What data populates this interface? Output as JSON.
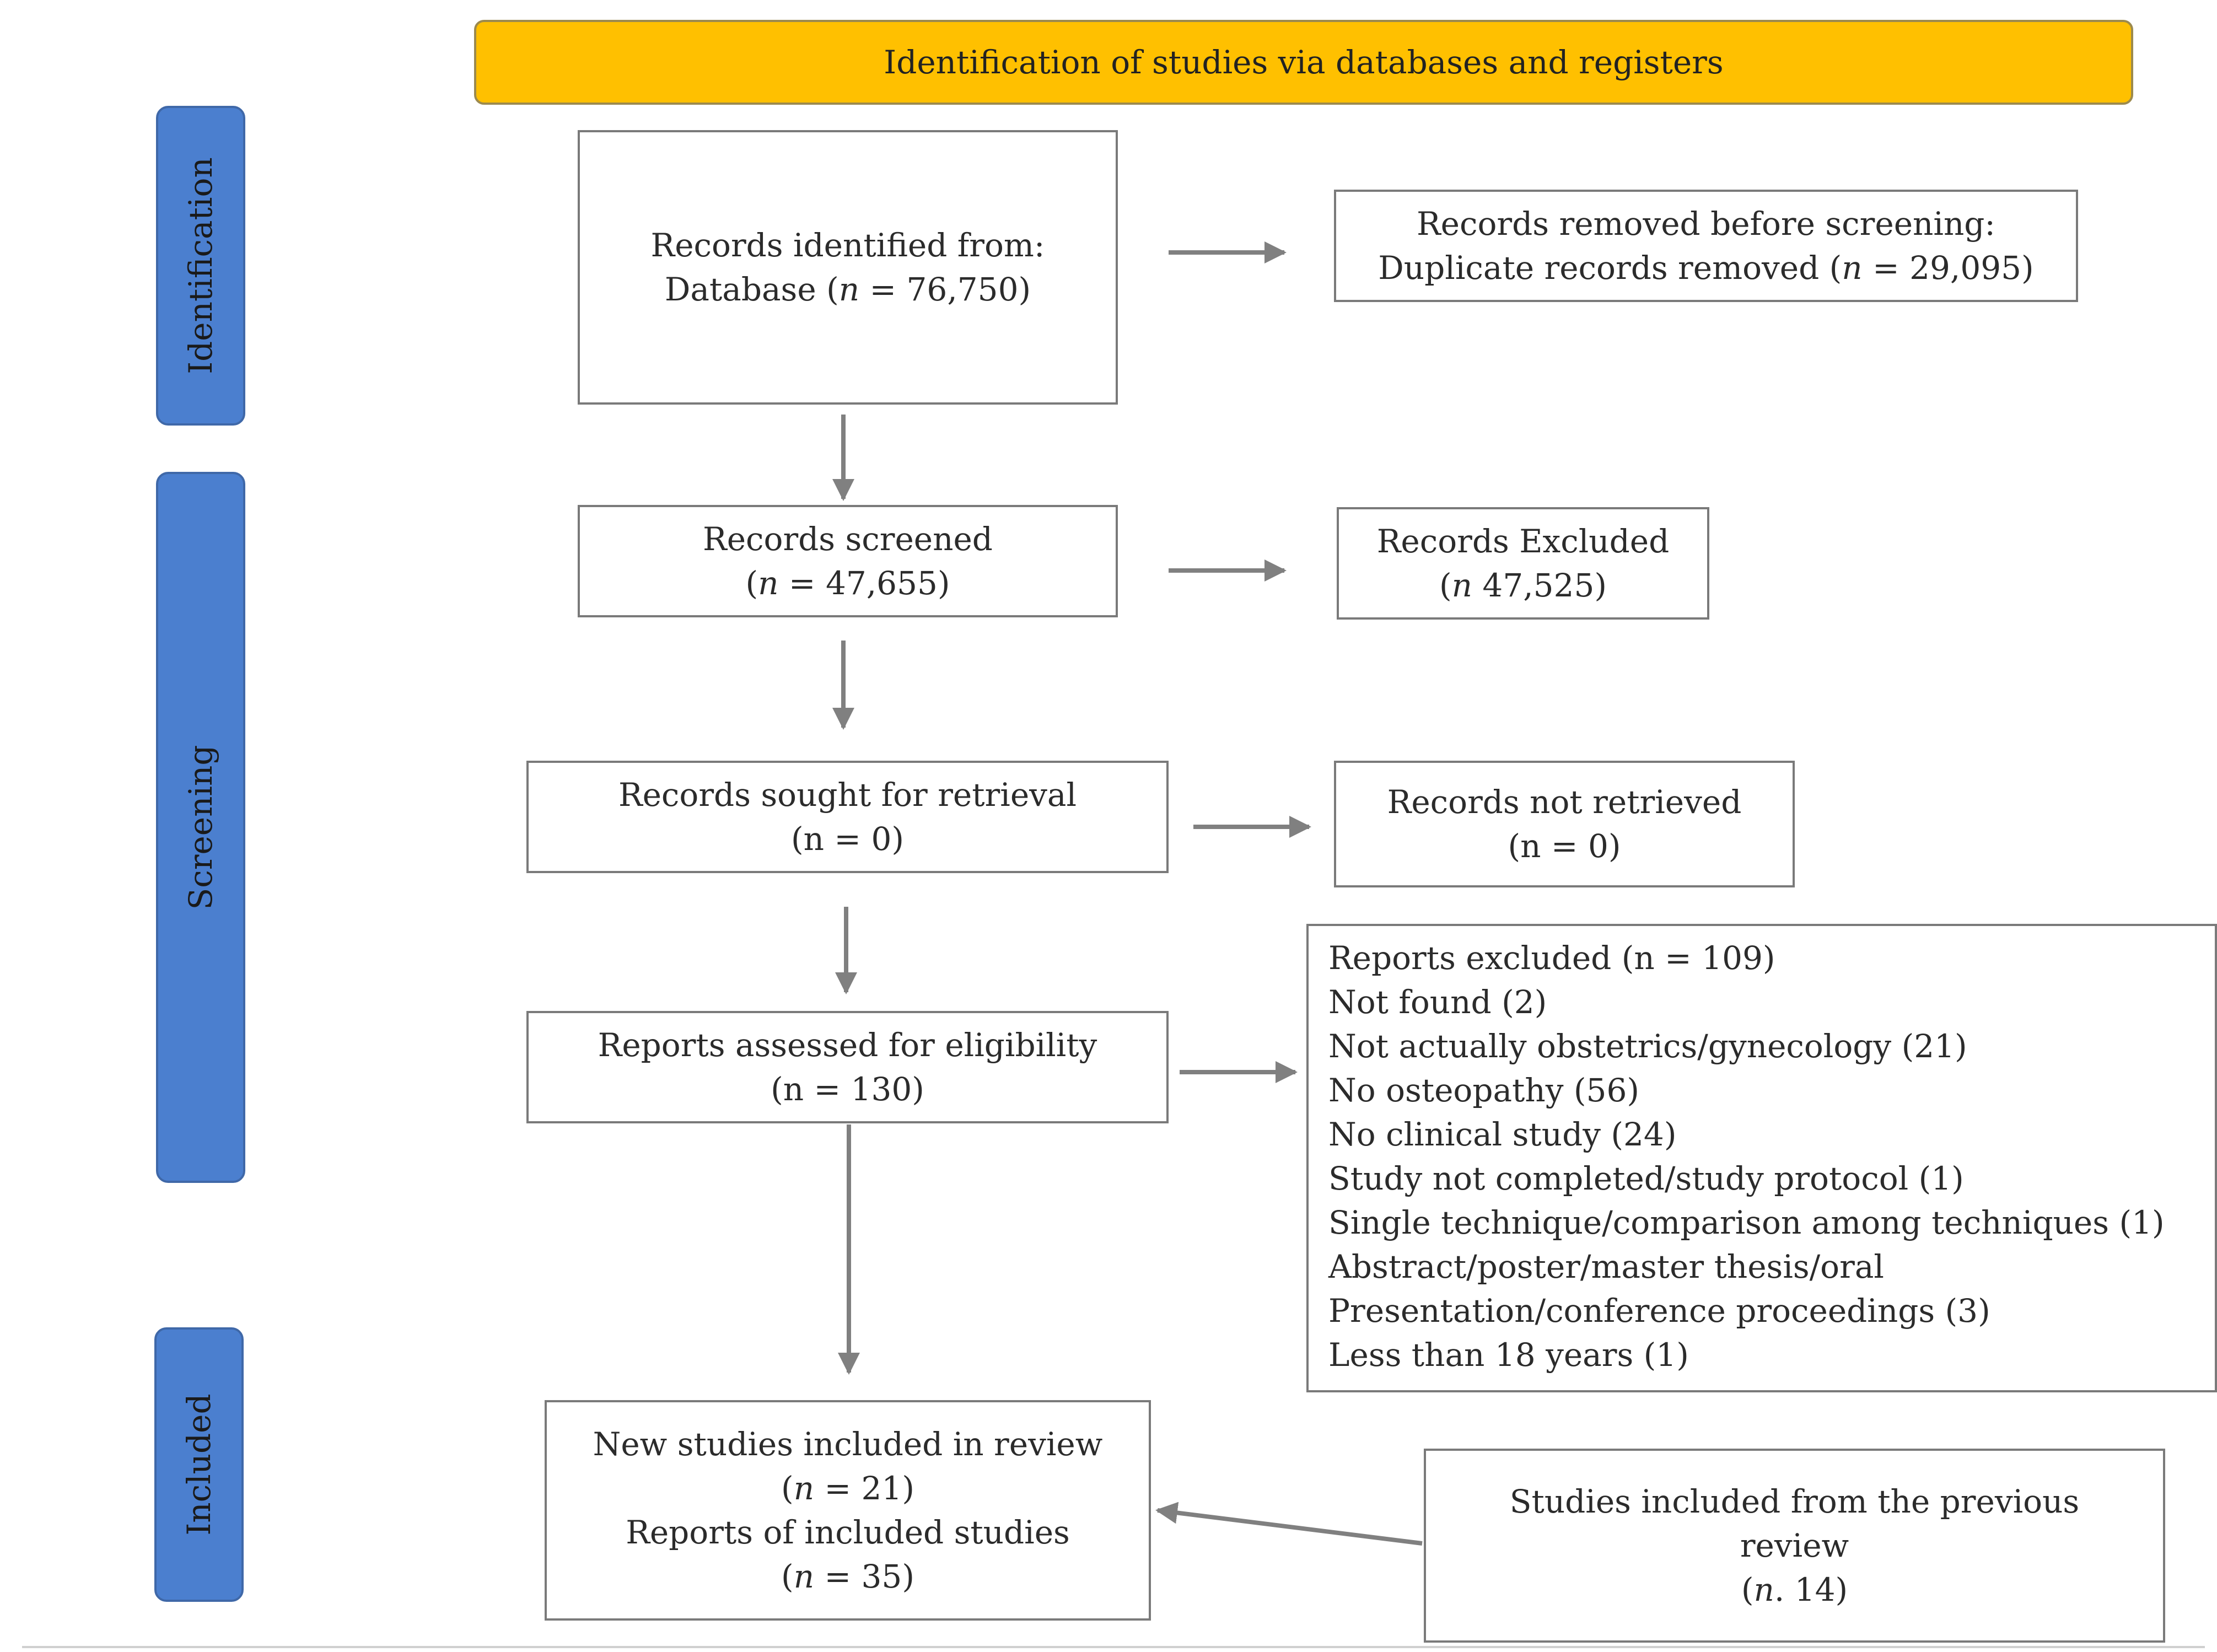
{
  "header": {
    "title": "Identification of studies via databases and registers"
  },
  "phases": {
    "identification": "Identification",
    "screening": "Screening",
    "included": "Included"
  },
  "boxes": {
    "records_identified": {
      "line1": "Records identified from:",
      "line2_prefix": "Database (",
      "line2_n": "n",
      "line2_suffix": " = 76,750)"
    },
    "records_removed": {
      "line1": "Records removed before screening:",
      "line2_prefix": "Duplicate records removed (",
      "line2_n": "n",
      "line2_suffix": " = 29,095)"
    },
    "records_screened": {
      "line1": "Records screened",
      "line2_prefix": "(",
      "line2_n": "n",
      "line2_suffix": " =  47,655)"
    },
    "records_excluded": {
      "line1": "Records Excluded",
      "line2_prefix": "(",
      "line2_n": "n",
      "line2_suffix": " 47,525)"
    },
    "records_sought": {
      "line1": "Records sought for retrieval",
      "line2": "(n = 0)"
    },
    "records_not_retrieved": {
      "line1": "Records not retrieved",
      "line2": "(n = 0)"
    },
    "reports_assessed": {
      "line1": "Reports assessed for eligibility",
      "line2": "(n = 130)"
    },
    "reports_excluded": {
      "lines": [
        "Reports excluded (n = 109)",
        "Not found (2)",
        "Not actually obstetrics/gynecology (21)",
        "No osteopathy (56)",
        "No clinical study (24)",
        "Study not completed/study protocol (1)",
        "Single technique/comparison among techniques (1)",
        "Abstract/poster/master thesis/oral",
        "Presentation/conference proceedings (3)",
        "Less than 18 years (1)"
      ]
    },
    "new_studies": {
      "line1": "New studies included in review",
      "line2_prefix": "(",
      "line2_n": "n",
      "line2_suffix": " = 21)",
      "line3": "Reports of included studies",
      "line4_prefix": "(",
      "line4_n": "n",
      "line4_suffix": " = 35)"
    },
    "previous_review": {
      "line1": "Studies included from the previous",
      "line2": "review",
      "line3_prefix": "(",
      "line3_n": "n",
      "line3_suffix": ". 14)"
    }
  },
  "colors": {
    "header": "#ffc000",
    "phase": "#4b7fcf",
    "arrow": "#808080",
    "border": "#7a7a7a"
  }
}
